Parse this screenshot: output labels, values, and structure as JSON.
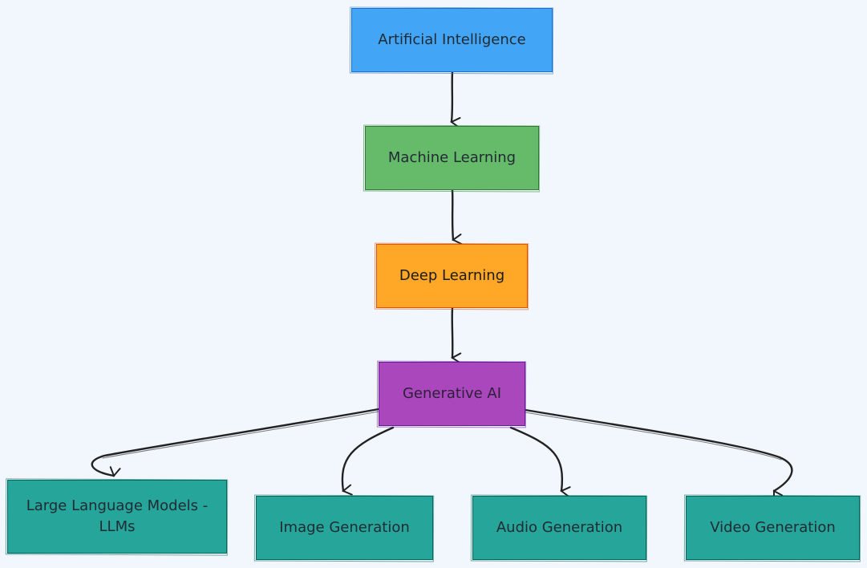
{
  "diagram": {
    "nodes": {
      "artificial_intelligence": "Artificial Intelligence",
      "machine_learning": "Machine Learning",
      "deep_learning": "Deep Learning",
      "generative_ai": "Generative AI",
      "llms": "Large Language Models - LLMs",
      "image_generation": "Image Generation",
      "audio_generation": "Audio Generation",
      "video_generation": "Video Generation"
    },
    "edges": [
      {
        "from": "artificial_intelligence",
        "to": "machine_learning"
      },
      {
        "from": "machine_learning",
        "to": "deep_learning"
      },
      {
        "from": "deep_learning",
        "to": "generative_ai"
      },
      {
        "from": "generative_ai",
        "to": "llms"
      },
      {
        "from": "generative_ai",
        "to": "image_generation"
      },
      {
        "from": "generative_ai",
        "to": "audio_generation"
      },
      {
        "from": "generative_ai",
        "to": "video_generation"
      }
    ],
    "colors": {
      "background": "#f2f7fd",
      "artificial_intelligence": "#42a5f5",
      "machine_learning": "#66bb6a",
      "deep_learning": "#ffa726",
      "generative_ai": "#ab47bc",
      "applications": "#26a69a",
      "edge": "#222222"
    }
  }
}
